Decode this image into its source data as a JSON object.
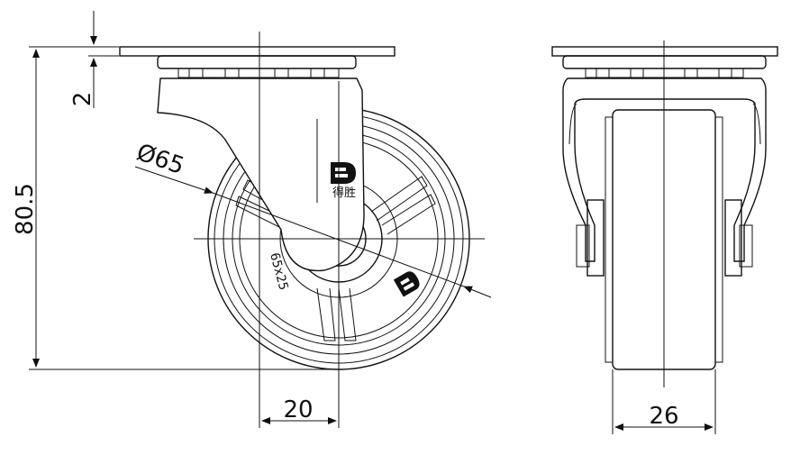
{
  "dimensions": {
    "height_total": "80.5",
    "plate_thickness": "2",
    "wheel_diameter": "Ø65",
    "offset": "20",
    "wheel_width": "26"
  },
  "wheel_marking": "65x25",
  "brand": {
    "name": "得胜",
    "logo": "D-logo-icon"
  }
}
